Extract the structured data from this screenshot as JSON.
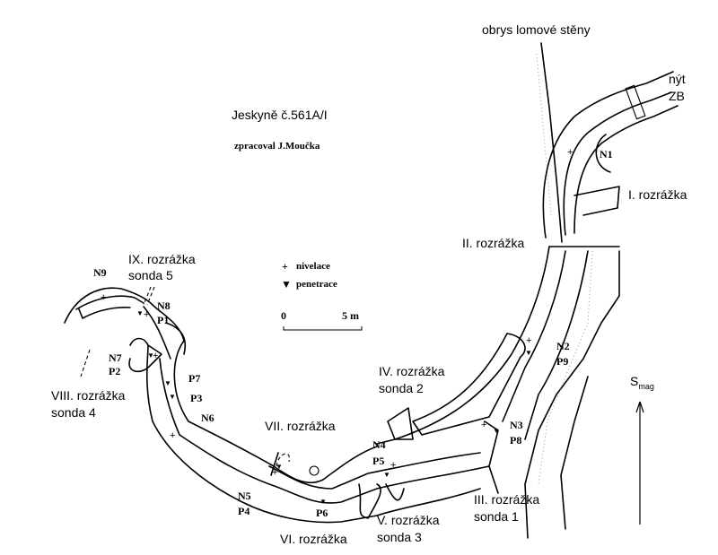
{
  "title": "Jeskyně č.561A/I",
  "author": "zpracoval J.Moučka",
  "wall_outline_label": "obrys lomové stěny",
  "rivet": {
    "line1": "nýt",
    "line2": "ZB"
  },
  "legend": {
    "items": [
      {
        "symbol": "+",
        "label": "nivelace"
      },
      {
        "symbol": "▼",
        "label": "penetrace"
      }
    ],
    "scale": {
      "start": "0",
      "end": "5 m"
    }
  },
  "north_arrow": {
    "label": "S",
    "subscript": "mag"
  },
  "trenches": {
    "i": "I. rozrážka",
    "ii": "II. rozrážka",
    "iii": {
      "line1": "III. rozrážka",
      "line2": "sonda 1"
    },
    "iv": {
      "line1": "IV. rozrážka",
      "line2": "sonda 2"
    },
    "v": {
      "line1": "V. rozrážka",
      "line2": "sonda 3"
    },
    "vi": "VI. rozrážka",
    "vii": "VII. rozrážka",
    "viii": {
      "line1": "VIII. rozrážka",
      "line2": "sonda 4"
    },
    "ix": {
      "line1": "IX. rozrážka",
      "line2": "sonda 5"
    }
  },
  "points": {
    "n1": "N1",
    "n2": "N2",
    "p9": "P9",
    "n3": "N3",
    "p8": "P8",
    "n4": "N4",
    "p5": "P5",
    "n5": "N5",
    "p4": "P4",
    "p6": "P6",
    "n6": "N6",
    "p3": "P3",
    "p7": "P7",
    "n7": "N7",
    "p2": "P2",
    "n8": "N8",
    "p1": "P1",
    "n9": "N9"
  }
}
